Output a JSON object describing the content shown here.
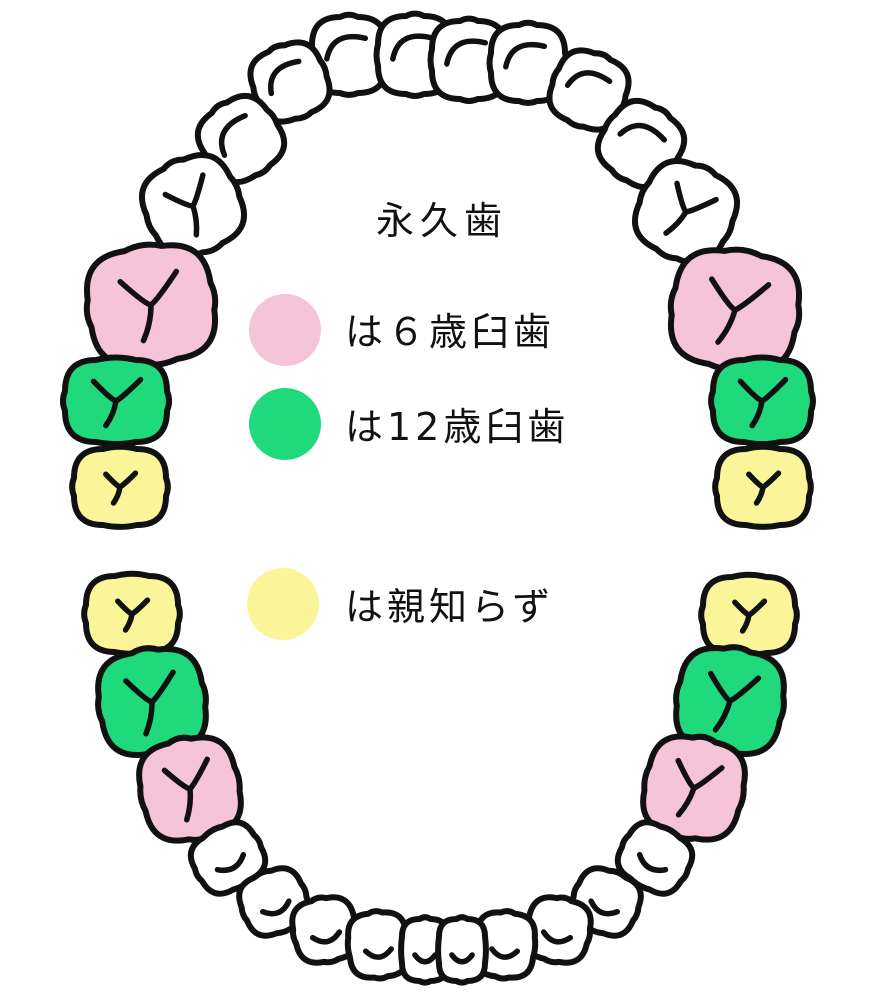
{
  "title": "永久歯",
  "colors": {
    "six_year_molar": "#f5c4d8",
    "twelve_year_molar": "#1fd97c",
    "wisdom_tooth": "#fbf59a",
    "other_tooth": "#ffffff",
    "outline": "#111111"
  },
  "legend": [
    {
      "key": "six_year_molar",
      "text": "は６歳臼歯"
    },
    {
      "key": "twelve_year_molar",
      "text": "は12歳臼歯"
    },
    {
      "key": "wisdom_tooth",
      "text": "は親知らず"
    }
  ]
}
